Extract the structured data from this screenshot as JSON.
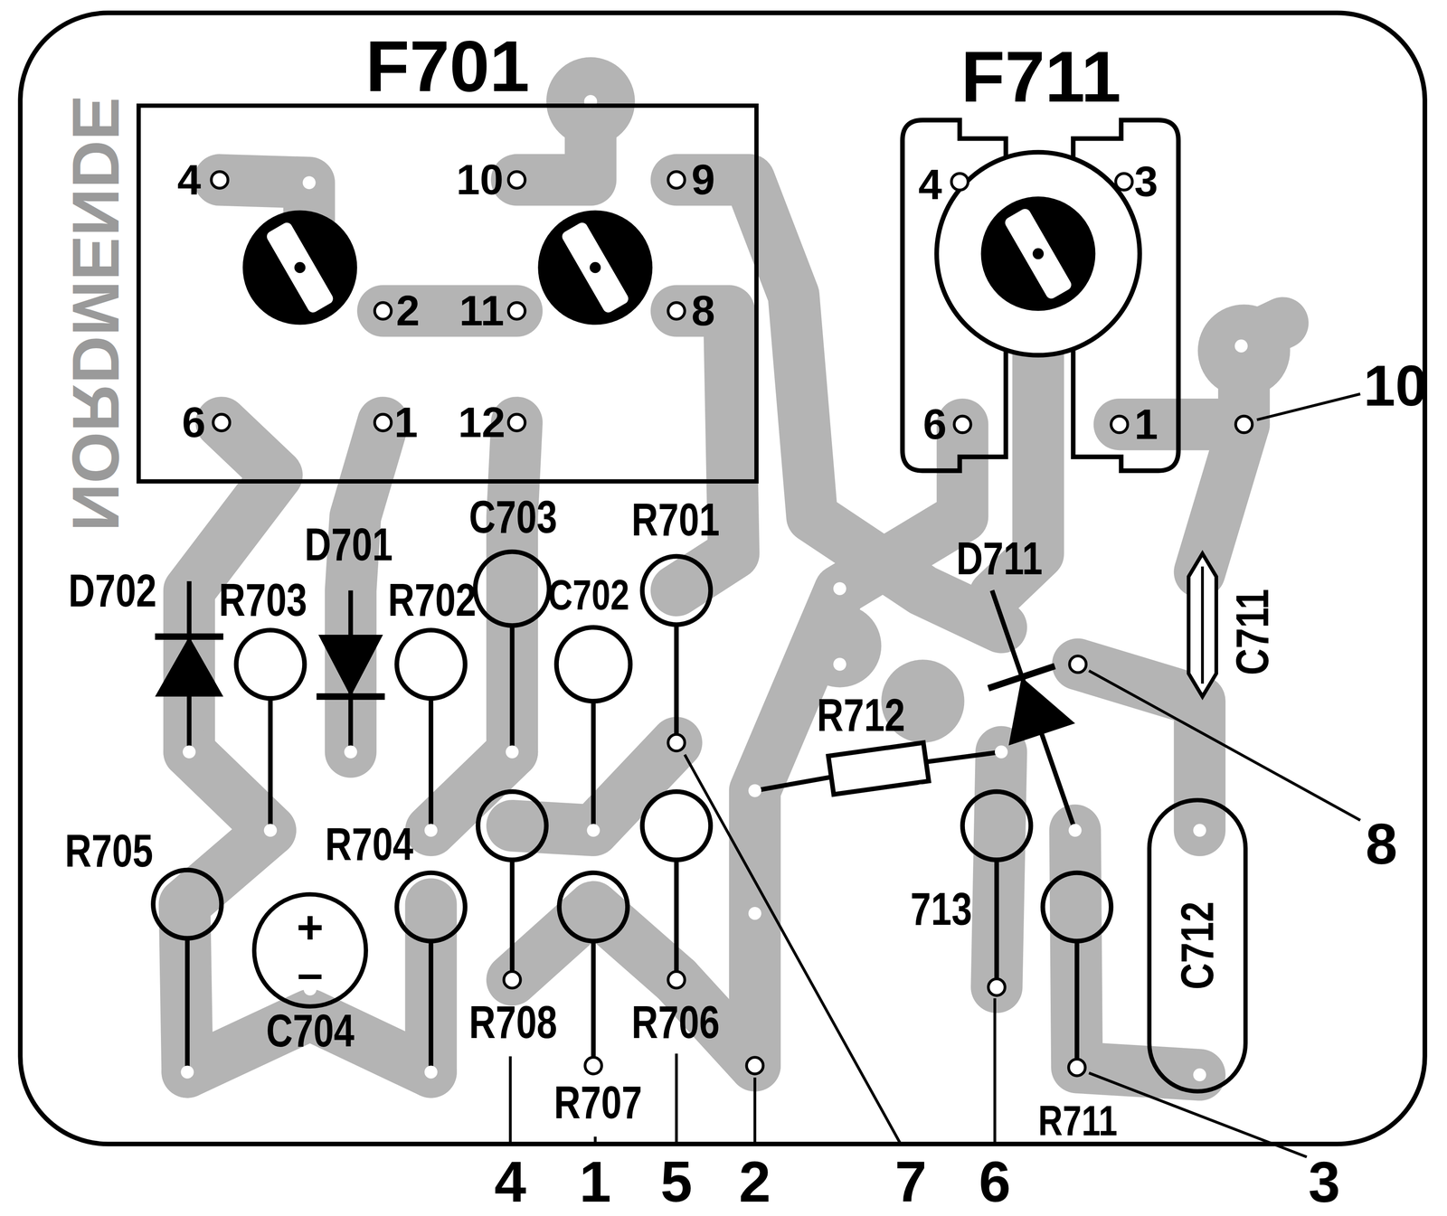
{
  "diagram": {
    "nodes": [
      {
        "text": [
          "F701"
        ]
      },
      {
        "text": [
          "F711"
        ]
      },
      {
        "text": [
          "+",
          "–",
          "C704"
        ]
      },
      {
        "text": [
          "C712"
        ]
      }
    ],
    "labels": [
      "NORDMENDE",
      "4",
      "10",
      "9",
      "2",
      "11",
      "8",
      "6",
      "1",
      "12",
      "4",
      "3",
      "10",
      "6",
      "1",
      "C703",
      "R701",
      "D701",
      "D711",
      "D702",
      "R703",
      "R702",
      "C702",
      "C711",
      "R712",
      "8",
      "R705",
      "R704",
      "713",
      "R708",
      "R706",
      "R707",
      "R711",
      "4",
      "1",
      "5",
      "2",
      "7",
      "6",
      "3"
    ]
  }
}
